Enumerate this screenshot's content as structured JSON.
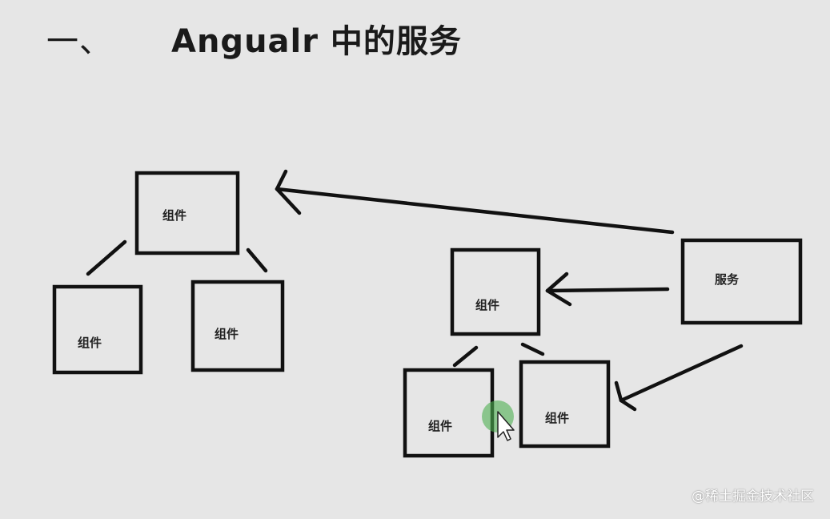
{
  "title": {
    "number": "一、",
    "text": "Angualr 中的服务"
  },
  "boxes": {
    "left_top": "组件",
    "left_bottom_left": "组件",
    "left_bottom_right": "组件",
    "right_top": "组件",
    "right_bottom_left": "组件",
    "right_bottom_right": "组件",
    "service": "服务"
  },
  "watermark": "@稀土掘金技术社区",
  "colors": {
    "background": "#e6e6e6",
    "stroke": "#111111",
    "cursor_highlight": "#4caf50"
  }
}
